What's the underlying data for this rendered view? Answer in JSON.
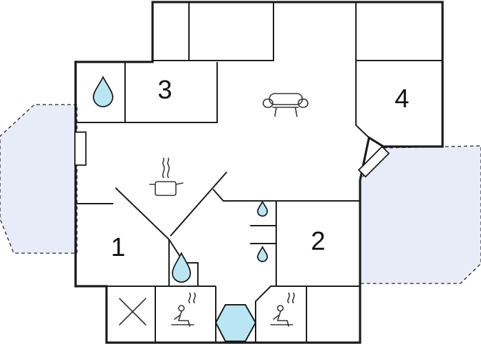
{
  "rooms": [
    {
      "id": "bedroom-1",
      "label": "1"
    },
    {
      "id": "bedroom-2",
      "label": "2"
    },
    {
      "id": "bedroom-3",
      "label": "3"
    },
    {
      "id": "bedroom-4",
      "label": "4"
    }
  ],
  "icons": {
    "living": "sofa-icon",
    "kitchen": "cooking-pot-icon",
    "bath": "water-drop-icon",
    "sauna": "sauna-person-icon",
    "pool": "hexagon-pool-icon",
    "closed": "cross-icon"
  },
  "colors": {
    "terrace": "#e8ecf8",
    "water": "#b9e6f2",
    "wall": "#1a1a1a"
  }
}
